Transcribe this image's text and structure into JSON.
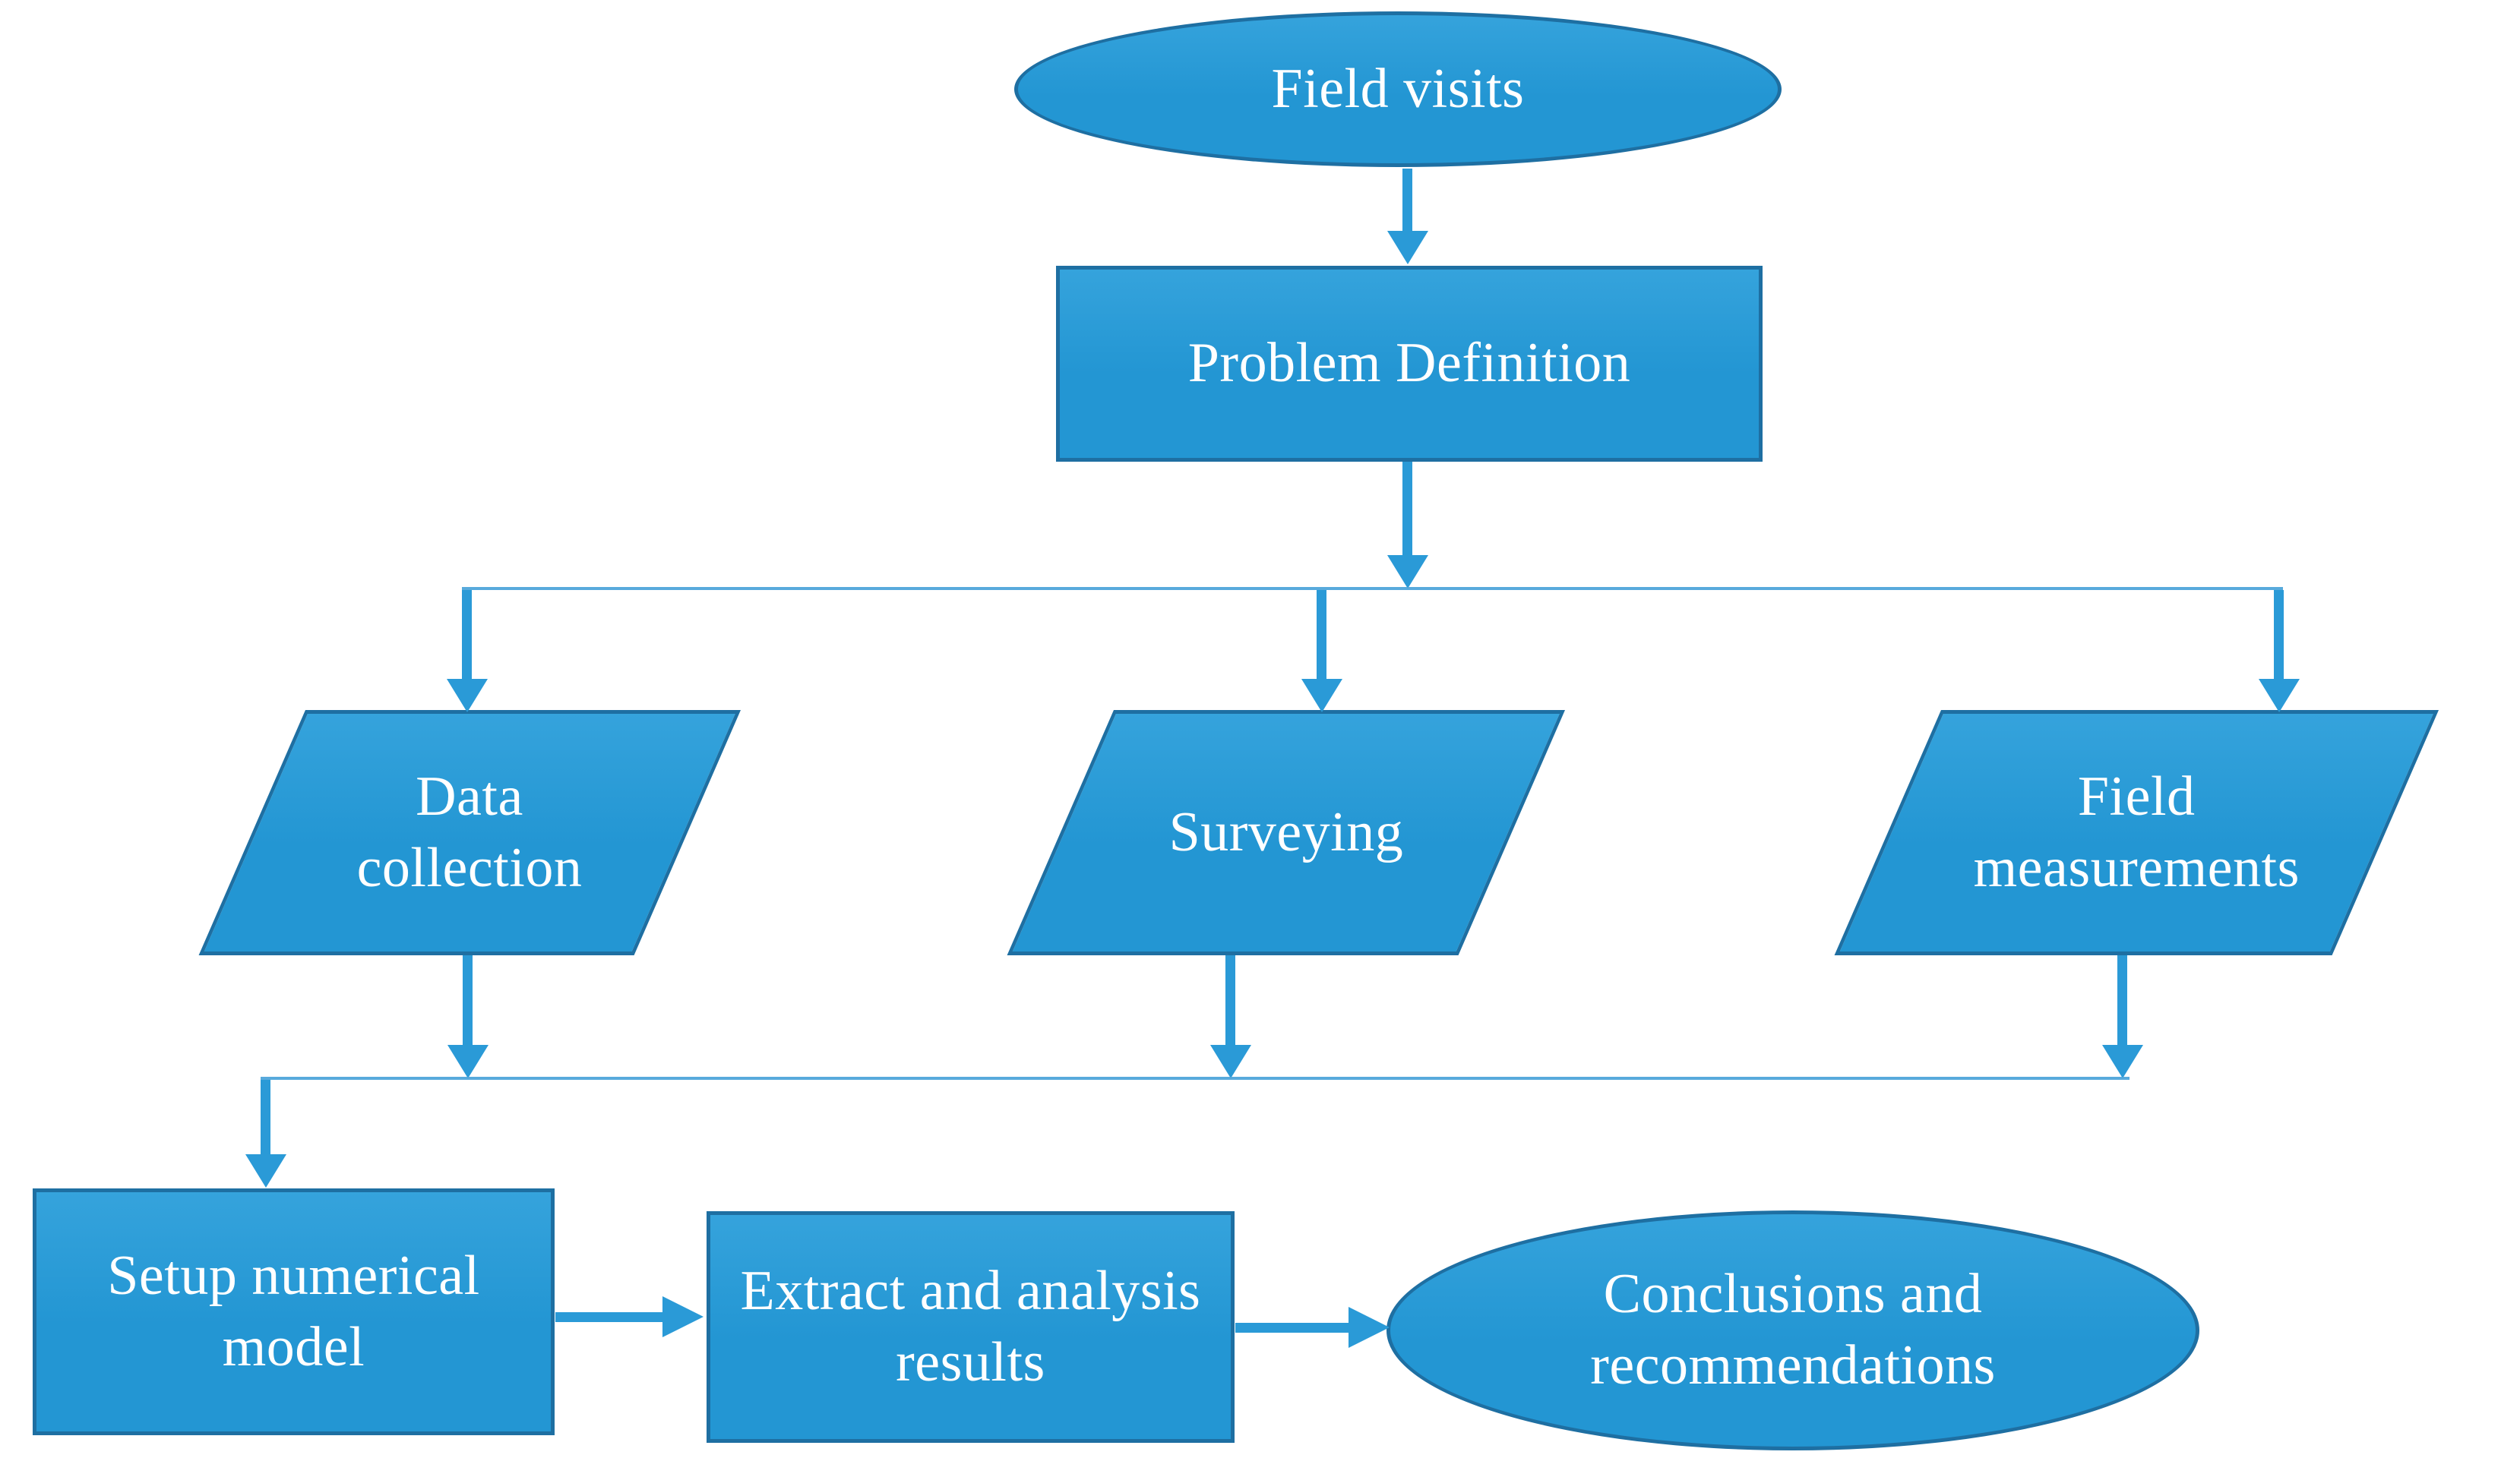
{
  "diagram": {
    "background": "#ffffff",
    "palette": {
      "node_fill": "#2396d3",
      "node_fill_light": "#35a3dc",
      "node_border": "#1e6fa2",
      "arrow": "#2a9ad7",
      "connector": "#4aa3d9",
      "text": "#ffffff"
    },
    "nodes": {
      "field_visits": {
        "shape": "ellipse",
        "label": "Field visits"
      },
      "problem_definition": {
        "shape": "rectangle",
        "label": "Problem Definition"
      },
      "data_collection": {
        "shape": "parallelogram",
        "label": "Data\ncollection"
      },
      "surveying": {
        "shape": "parallelogram",
        "label": "Surveying"
      },
      "field_measurements": {
        "shape": "parallelogram",
        "label": "Field\nmeasurements"
      },
      "setup_numerical_model": {
        "shape": "rectangle",
        "label": "Setup numerical\nmodel"
      },
      "extract_results": {
        "shape": "rectangle",
        "label": "Extract and analysis\nresults"
      },
      "conclusions": {
        "shape": "ellipse",
        "label": "Conclusions and\nrecommendations"
      }
    },
    "edges": [
      {
        "from": "field_visits",
        "to": "problem_definition"
      },
      {
        "from": "problem_definition",
        "to": "data_collection"
      },
      {
        "from": "problem_definition",
        "to": "surveying"
      },
      {
        "from": "problem_definition",
        "to": "field_measurements"
      },
      {
        "from": "data_collection",
        "to": "setup_numerical_model"
      },
      {
        "from": "surveying",
        "to": "setup_numerical_model"
      },
      {
        "from": "field_measurements",
        "to": "setup_numerical_model"
      },
      {
        "from": "setup_numerical_model",
        "to": "extract_results"
      },
      {
        "from": "extract_results",
        "to": "conclusions"
      }
    ]
  }
}
